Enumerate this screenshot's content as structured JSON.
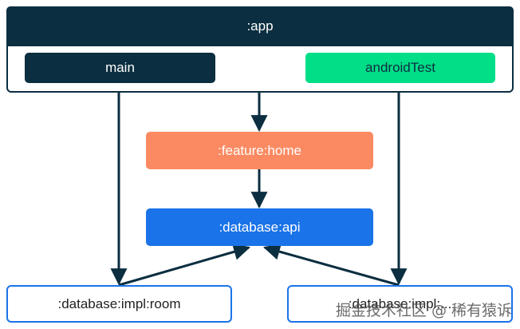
{
  "diagram": {
    "app_label": ":app",
    "main_label": "main",
    "android_test_label": "androidTest",
    "feature_home_label": ":feature:home",
    "database_api_label": ":database:api",
    "impl_room_label": ":database:impl:room",
    "impl_other_label": ":database:impl:...",
    "watermark": "掘金技术社区 @ 稀有猿诉"
  },
  "colors": {
    "navy": "#0b2e40",
    "green": "#00de88",
    "orange": "#fb8a62",
    "blue": "#1a73e8"
  }
}
